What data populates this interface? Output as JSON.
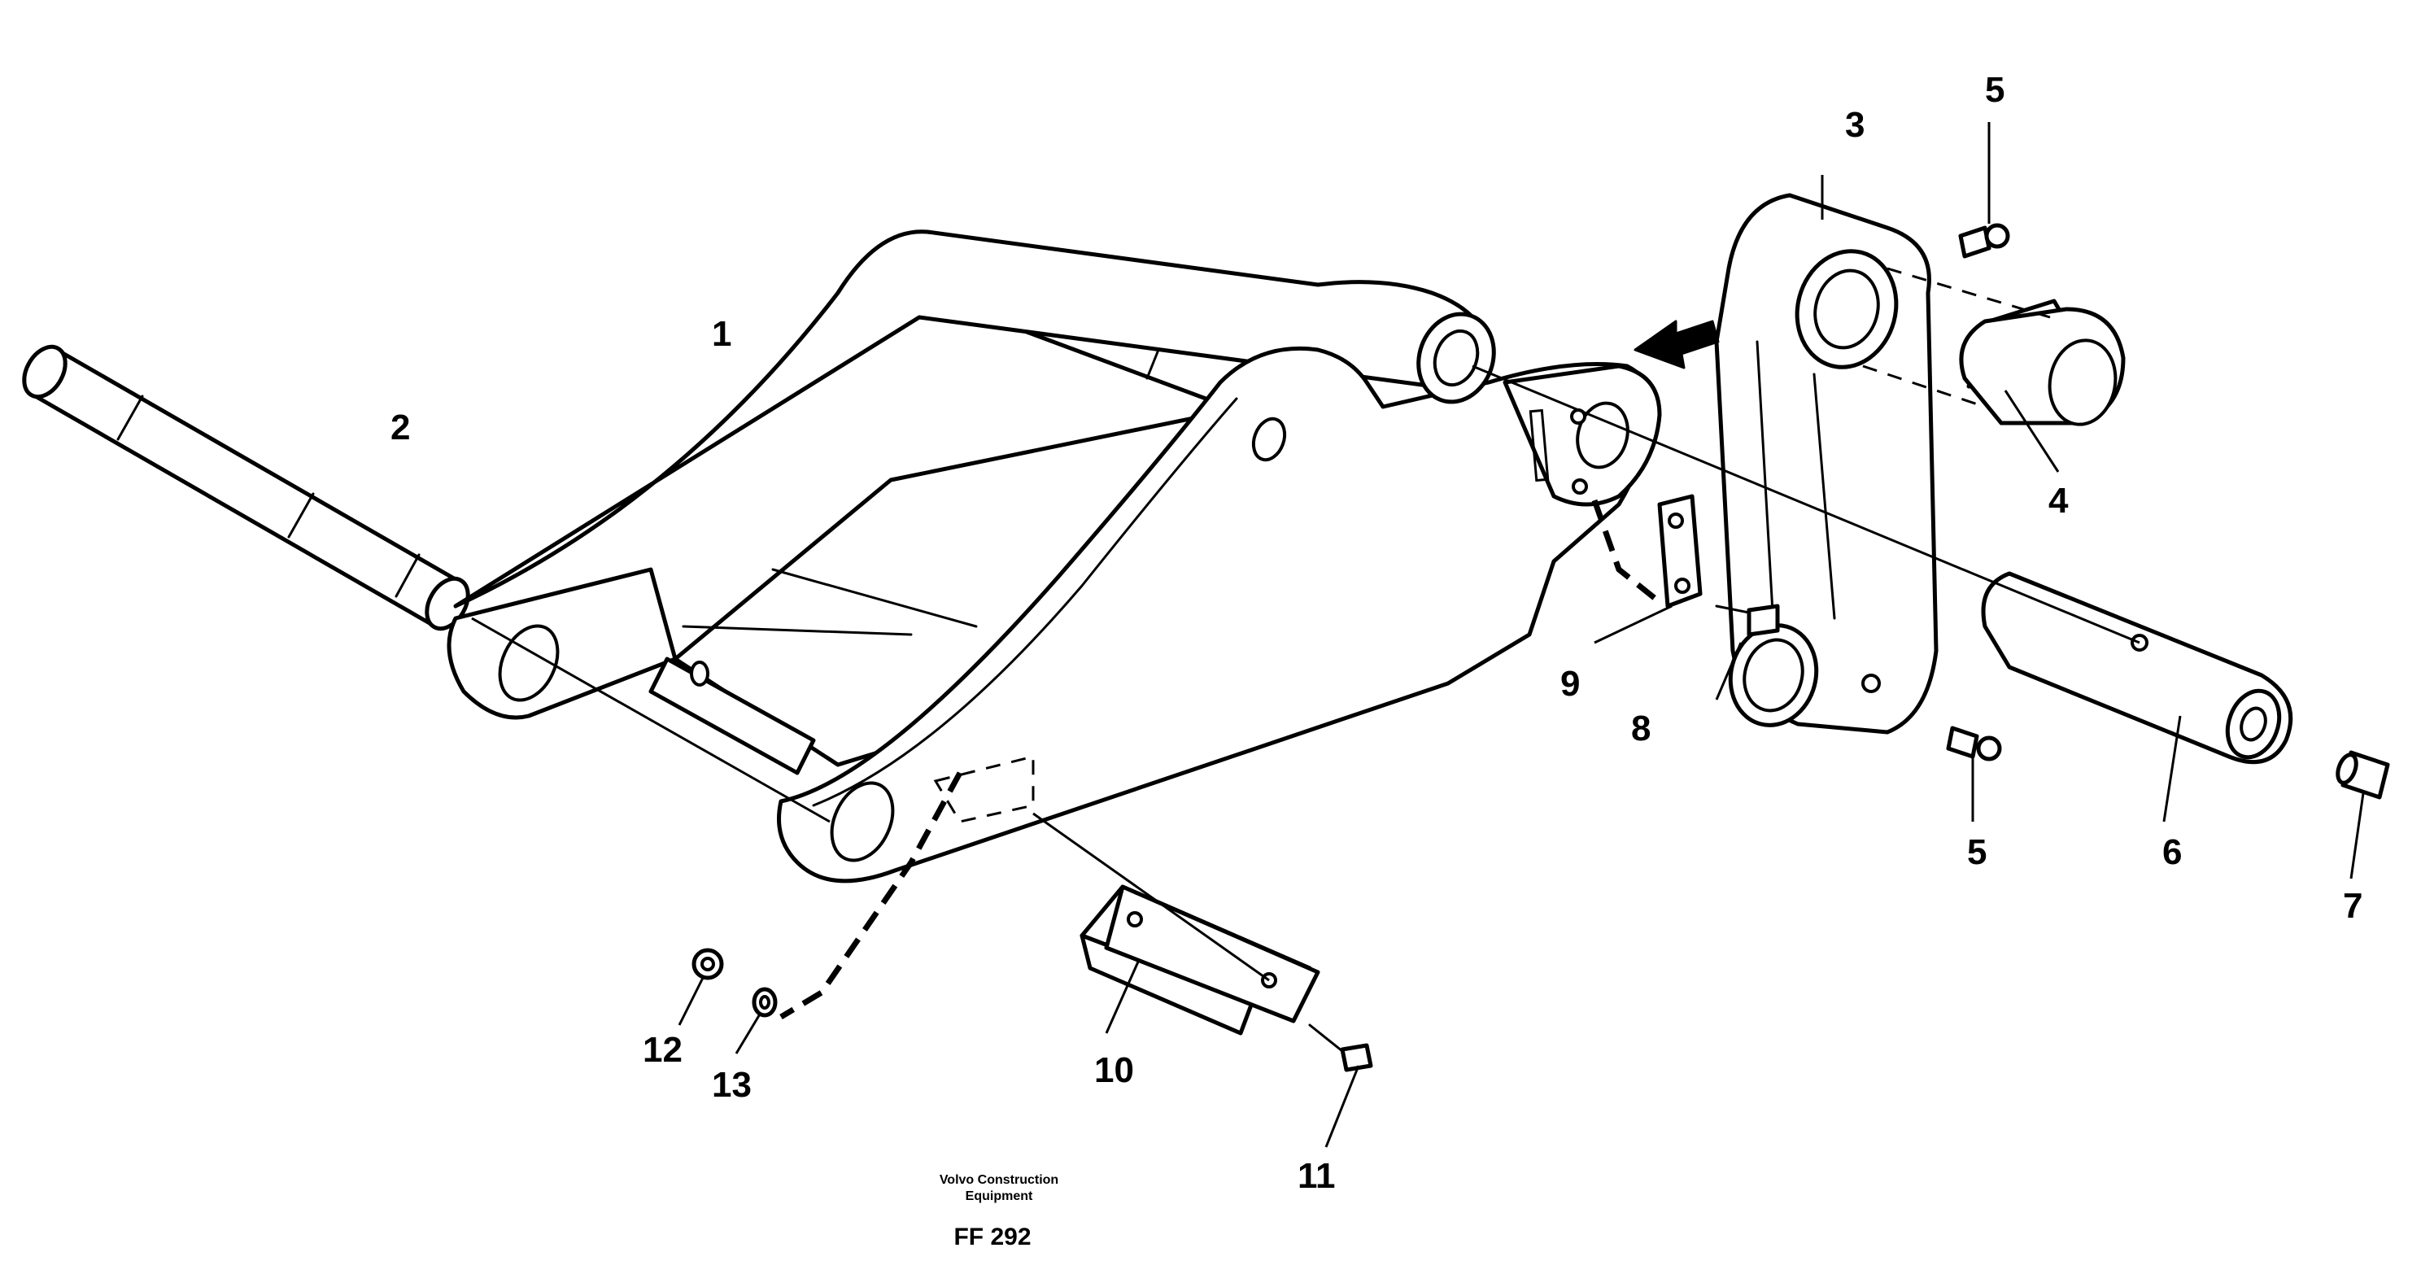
{
  "diagram": {
    "callouts": {
      "c1": "1",
      "c2": "2",
      "c3": "3",
      "c4": "4",
      "c5a": "5",
      "c5b": "5",
      "c6": "6",
      "c7": "7",
      "c8": "8",
      "c9": "9",
      "c10": "10",
      "c11": "11",
      "c12": "12",
      "c13": "13"
    },
    "credit_line1": "Volvo Construction",
    "credit_line2": "Equipment",
    "figure_code": "FF 292"
  }
}
